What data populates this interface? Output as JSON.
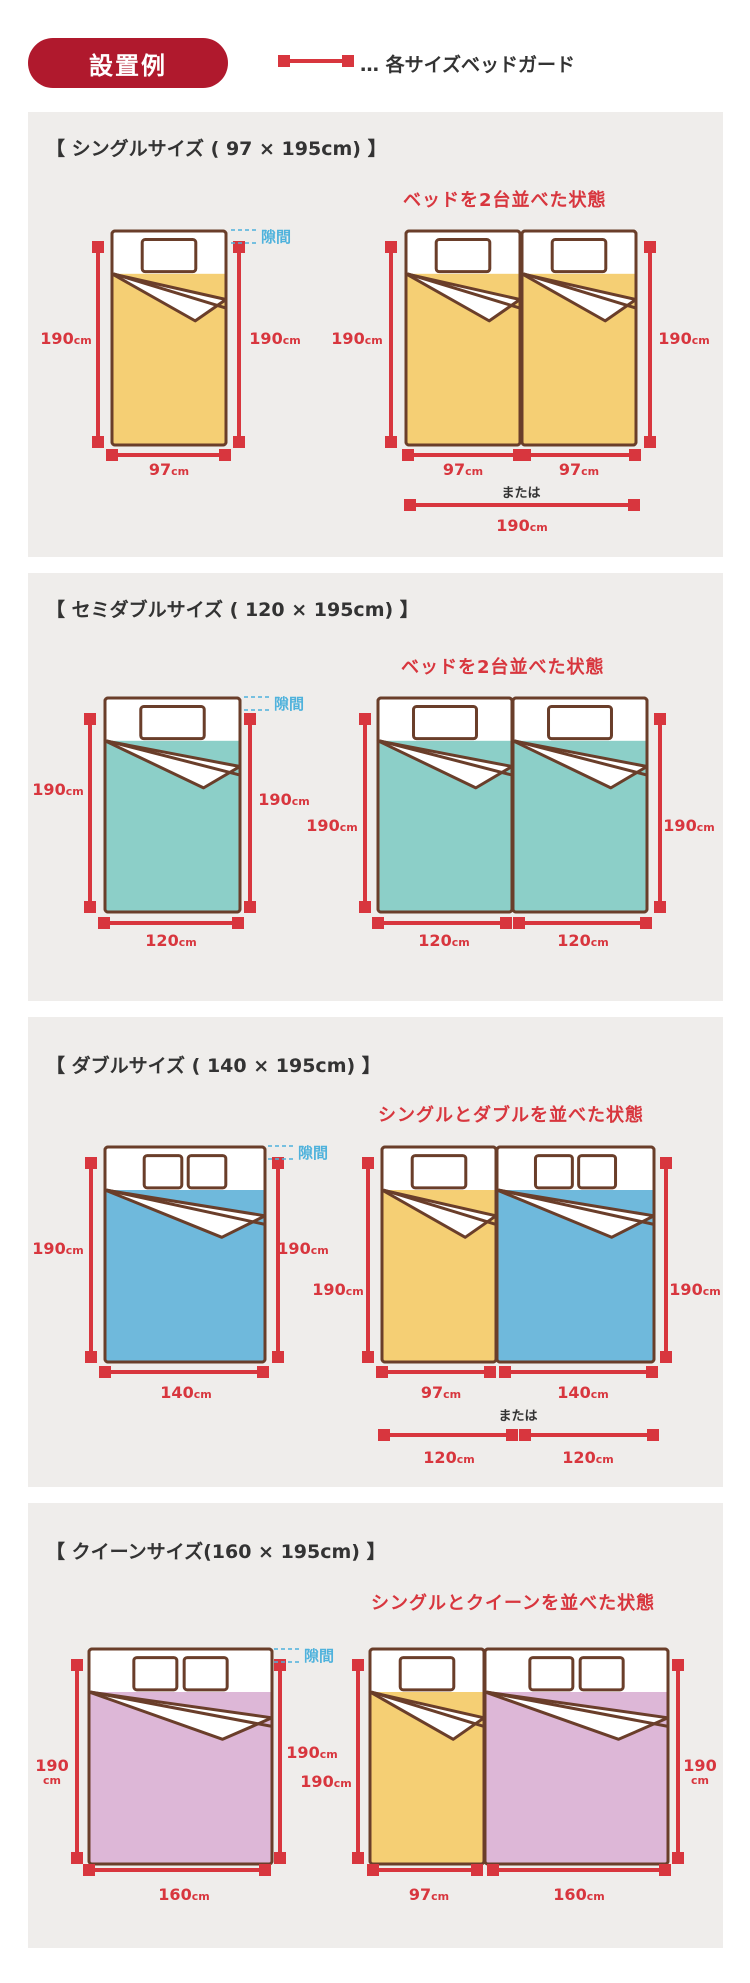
{
  "header": {
    "badge": "設置例",
    "legend": "… 各サイズベッドガード"
  },
  "colors": {
    "accent": "#d8363e",
    "badge": "#b0192d",
    "gap": "#4fb2dc",
    "yellow": "#f5cf74",
    "teal": "#8ccfc8",
    "blue": "#6fb9dc",
    "pink": "#ddb7d7",
    "outline": "#6a3e2a"
  },
  "labels": {
    "gap": "隙間",
    "or": "または",
    "cm": "cm"
  },
  "sections": [
    {
      "title": "【 シングルサイズ ( 97 × 195cm) 】",
      "heading": "ベッドを2台並べた状態"
    },
    {
      "title": "【 セミダブルサイズ ( 120 × 195cm) 】",
      "heading": "ベッドを2台並べた状態"
    },
    {
      "title": "【 ダブルサイズ ( 140 × 195cm) 】",
      "heading": "シングルとダブルを並べた状態"
    },
    {
      "title": "【 クイーンサイズ(160 × 195cm) 】",
      "heading": "シングルとクイーンを並べた状態"
    }
  ],
  "dims": {
    "length": "190",
    "single": "97",
    "semidouble": "120",
    "double": "140",
    "queen": "160",
    "combined_single": "190",
    "combined_semidouble": "120"
  }
}
